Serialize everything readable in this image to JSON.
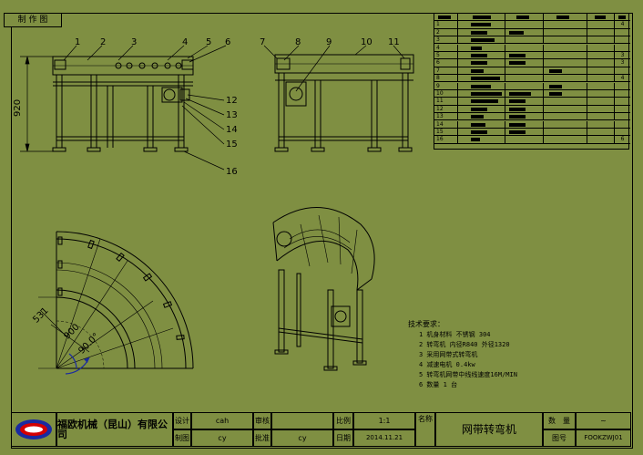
{
  "header_tab": "制 作 图",
  "dimension_height": "920",
  "callouts": [
    "1",
    "2",
    "3",
    "4",
    "5",
    "6",
    "7",
    "8",
    "9",
    "10",
    "11",
    "12",
    "13",
    "14",
    "15",
    "16"
  ],
  "curve_dims": {
    "radius": "531",
    "width": "900",
    "angle": "90.0°"
  },
  "tech_notes": {
    "title": "技术要求：",
    "items": [
      "1 机身材料 不锈钢 304",
      "2 转弯机 内径R840 外径1320",
      "3 采用网带式转弯机",
      "4 减速电机 0.4kw",
      "5 转弯机网带中线线速度16M/MIN",
      "6 数量 1 台"
    ]
  },
  "bom_rows": [
    "1",
    "2",
    "3",
    "4",
    "5",
    "6",
    "7",
    "8",
    "9",
    "10",
    "11",
    "12",
    "13",
    "14",
    "15",
    "16"
  ],
  "bom_qty": [
    "4",
    "",
    "",
    "",
    "3",
    "3",
    "",
    "4",
    "",
    "",
    "",
    "",
    "",
    "",
    "",
    "6"
  ],
  "title_block": {
    "company": "福欧机械（昆山）有限公司",
    "design_label": "设计",
    "check_label": "审核",
    "draw_label": "制图",
    "approve_label": "批准",
    "designer": "cah",
    "drafter": "cy",
    "checker": "",
    "approver": "cy",
    "scale_label": "比例",
    "scale": "1:1",
    "date_label": "日期",
    "date": "2014.11.21",
    "name_label": "名称",
    "drawing_name": "网带转弯机",
    "qty_label": "数　量",
    "qty": "~",
    "code_label": "图号",
    "code": "FOOKZWJ01"
  },
  "colors": {
    "sheet": "#7f8f42",
    "line": "#000000",
    "logo_red": "#d40000",
    "logo_blue": "#1a2aa0",
    "highlight": "#ffffff"
  }
}
